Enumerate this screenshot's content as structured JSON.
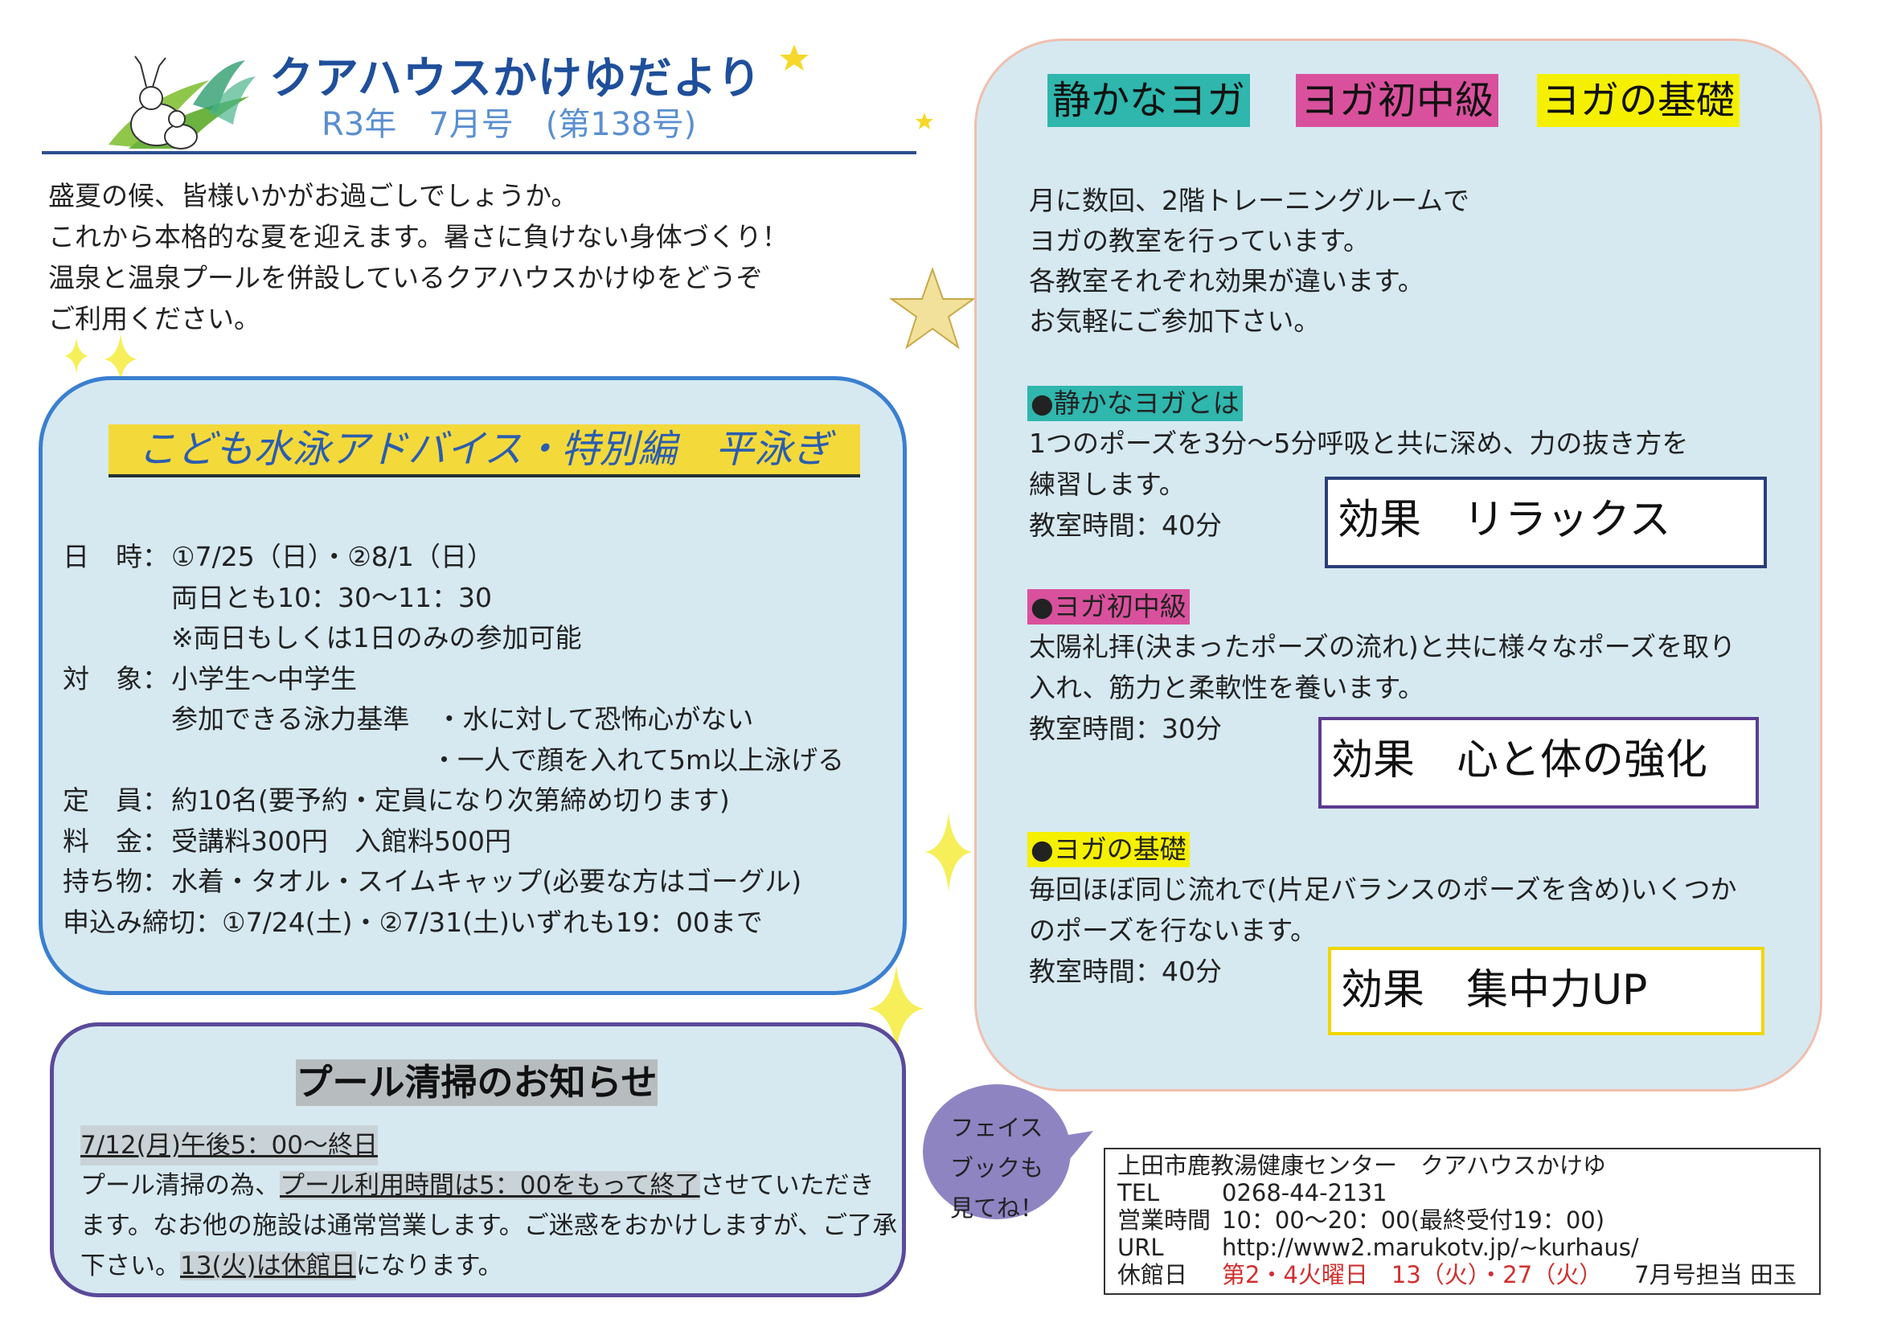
{
  "header": {
    "title": "クアハウスかけゆだより",
    "issue": "R3年　7月号　(第138号)"
  },
  "intro": "盛夏の候、皆様いかがお過ごしでしょうか。\nこれから本格的な夏を迎えます。暑さに負けない身体づくり！\n温泉と温泉プールを併設しているクアハウスかけゆをどうぞ\nご利用ください。",
  "swim": {
    "title": "こども水泳アドバイス・特別編　平泳ぎ",
    "date_label": "日　時：",
    "date_1": "①7/25（日）・②8/1（日）",
    "date_2": "両日とも10：30〜11：30",
    "date_3": "※両日もしくは1日のみの参加可能",
    "target_label": "対　象：",
    "target_1": "小学生〜中学生",
    "target_2": "参加できる泳力基準　・水に対して恐怖心がない",
    "target_3": "・一人で顔を入れて5m以上泳げる",
    "capacity_label": "定　員：",
    "capacity": "約10名(要予約・定員になり次第締め切ります)",
    "fee_label": "料　金：",
    "fee": "受講料300円　入館料500円",
    "items_label": "持ち物：",
    "items": "水着・タオル・スイムキャップ(必要な方はゴーグル)",
    "deadline_label": "申込み締切：",
    "deadline": "①7/24(土)・②7/31(土)いずれも19：00まで"
  },
  "pool": {
    "title": "プール清掃のお知らせ",
    "when": "7/12(月)午後5：00〜終日",
    "p1_a": "プール清掃の為、",
    "p1_b": "プール利用時間は5：00をもって終了",
    "p1_c": "させていただき",
    "p2": "ます。なお他の施設は通常営業します。ご迷惑をおかけしますが、ご了承",
    "p3_a": "下さい。",
    "p3_b": "13(火)は休館日",
    "p3_c": "になります。"
  },
  "yoga": {
    "tag1": "静かなヨガ",
    "tag2": "ヨガ初中級",
    "tag3": "ヨガの基礎",
    "intro": "月に数回、2階トレーニングルームで\nヨガの教室を行っています。\n各教室それぞれ効果が違います。\nお気軽にご参加下さい。",
    "s1_head": "●静かなヨガとは",
    "s1_l1": "1つのポーズを3分〜5分呼吸と共に深め、力の抜き方を",
    "s1_l2": "練習します。",
    "s1_time": "教室時間：40分",
    "s1_effect": "効果　リラックス",
    "s2_head": "●ヨガ初中級",
    "s2_l1": "太陽礼拝(決まったポーズの流れ)と共に様々なポーズを取り",
    "s2_l2": "入れ、筋力と柔軟性を養います。",
    "s2_time": "教室時間：30分",
    "s2_effect": "効果　心と体の強化",
    "s3_head": "●ヨガの基礎",
    "s3_l1": "毎回ほぼ同じ流れで(片足バランスのポーズを含め)いくつか",
    "s3_l2": "のポーズを行ないます。",
    "s3_time": "教室時間：40分",
    "s3_effect": "効果　集中力UP"
  },
  "bubble": {
    "l1": "フェイス",
    "l2": "ブックも",
    "l3": "見てね！"
  },
  "footer": {
    "org": "上田市鹿教湯健康センター　クアハウスかけゆ",
    "tel_label": "TEL",
    "tel": "0268-44-2131",
    "hours_label": "営業時間",
    "hours": "10：00〜20：00(最終受付19：00)",
    "url_label": "URL",
    "url": "http://www2.marukotv.jp/~kurhaus/",
    "closed_label": "休館日",
    "closed": "第2・4火曜日　13（火）・27（火）",
    "staff": "7月号担当 田玉"
  },
  "colors": {
    "panel_bg": "#d6e9f1",
    "swim_border": "#3a7fd0",
    "pool_border": "#5b4a9a",
    "yoga_border": "#f0bfae",
    "tag_teal": "#2fb6ad",
    "tag_magenta": "#d9519d",
    "tag_yellow": "#f5f000",
    "title_blue": "#1f4f9b",
    "closed_red": "#d03030"
  }
}
